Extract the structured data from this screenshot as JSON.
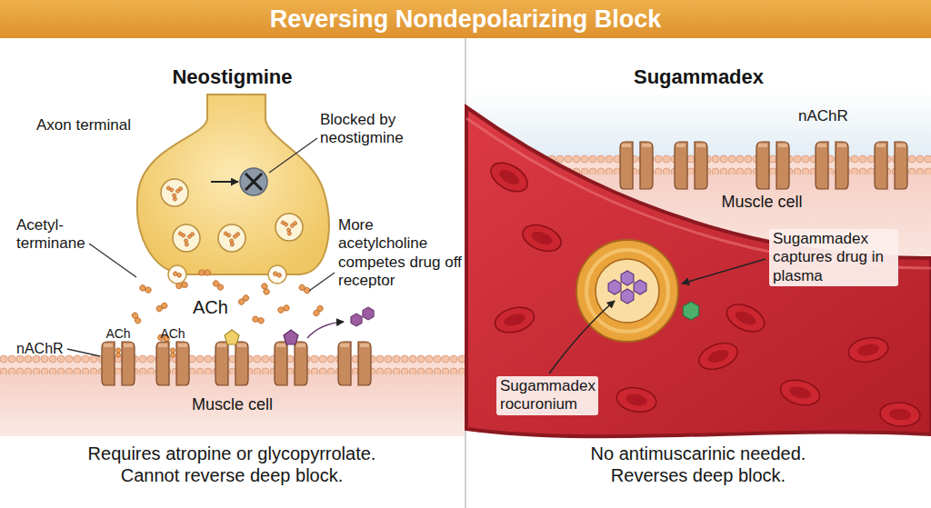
{
  "diagram": {
    "title": "Reversing Nondepolarizing Block",
    "nodes": [
      {
        "text": [
          "Neostigmine",
          "Requires atropine or glycopyrrolate. Cannot reverse deep block."
        ]
      },
      {
        "text": [
          "Muscle cell"
        ],
        "in": 0
      },
      {
        "text": [
          "Sugammadex",
          "No antimuscarinic needed. Reverses deep block."
        ]
      },
      {
        "text": [
          "Muscle cell"
        ],
        "in": 2
      }
    ],
    "labels": [
      "Axon terminal",
      "Blocked by neostigmine",
      "Acetyl- terminane",
      "More acetylcholine competes drug off receptor",
      "ACh",
      "nAChR",
      "ACh",
      "ACh",
      "nAChR",
      "Sugammadex captures drug in plasma",
      "Sugammadex rocuronium"
    ]
  }
}
